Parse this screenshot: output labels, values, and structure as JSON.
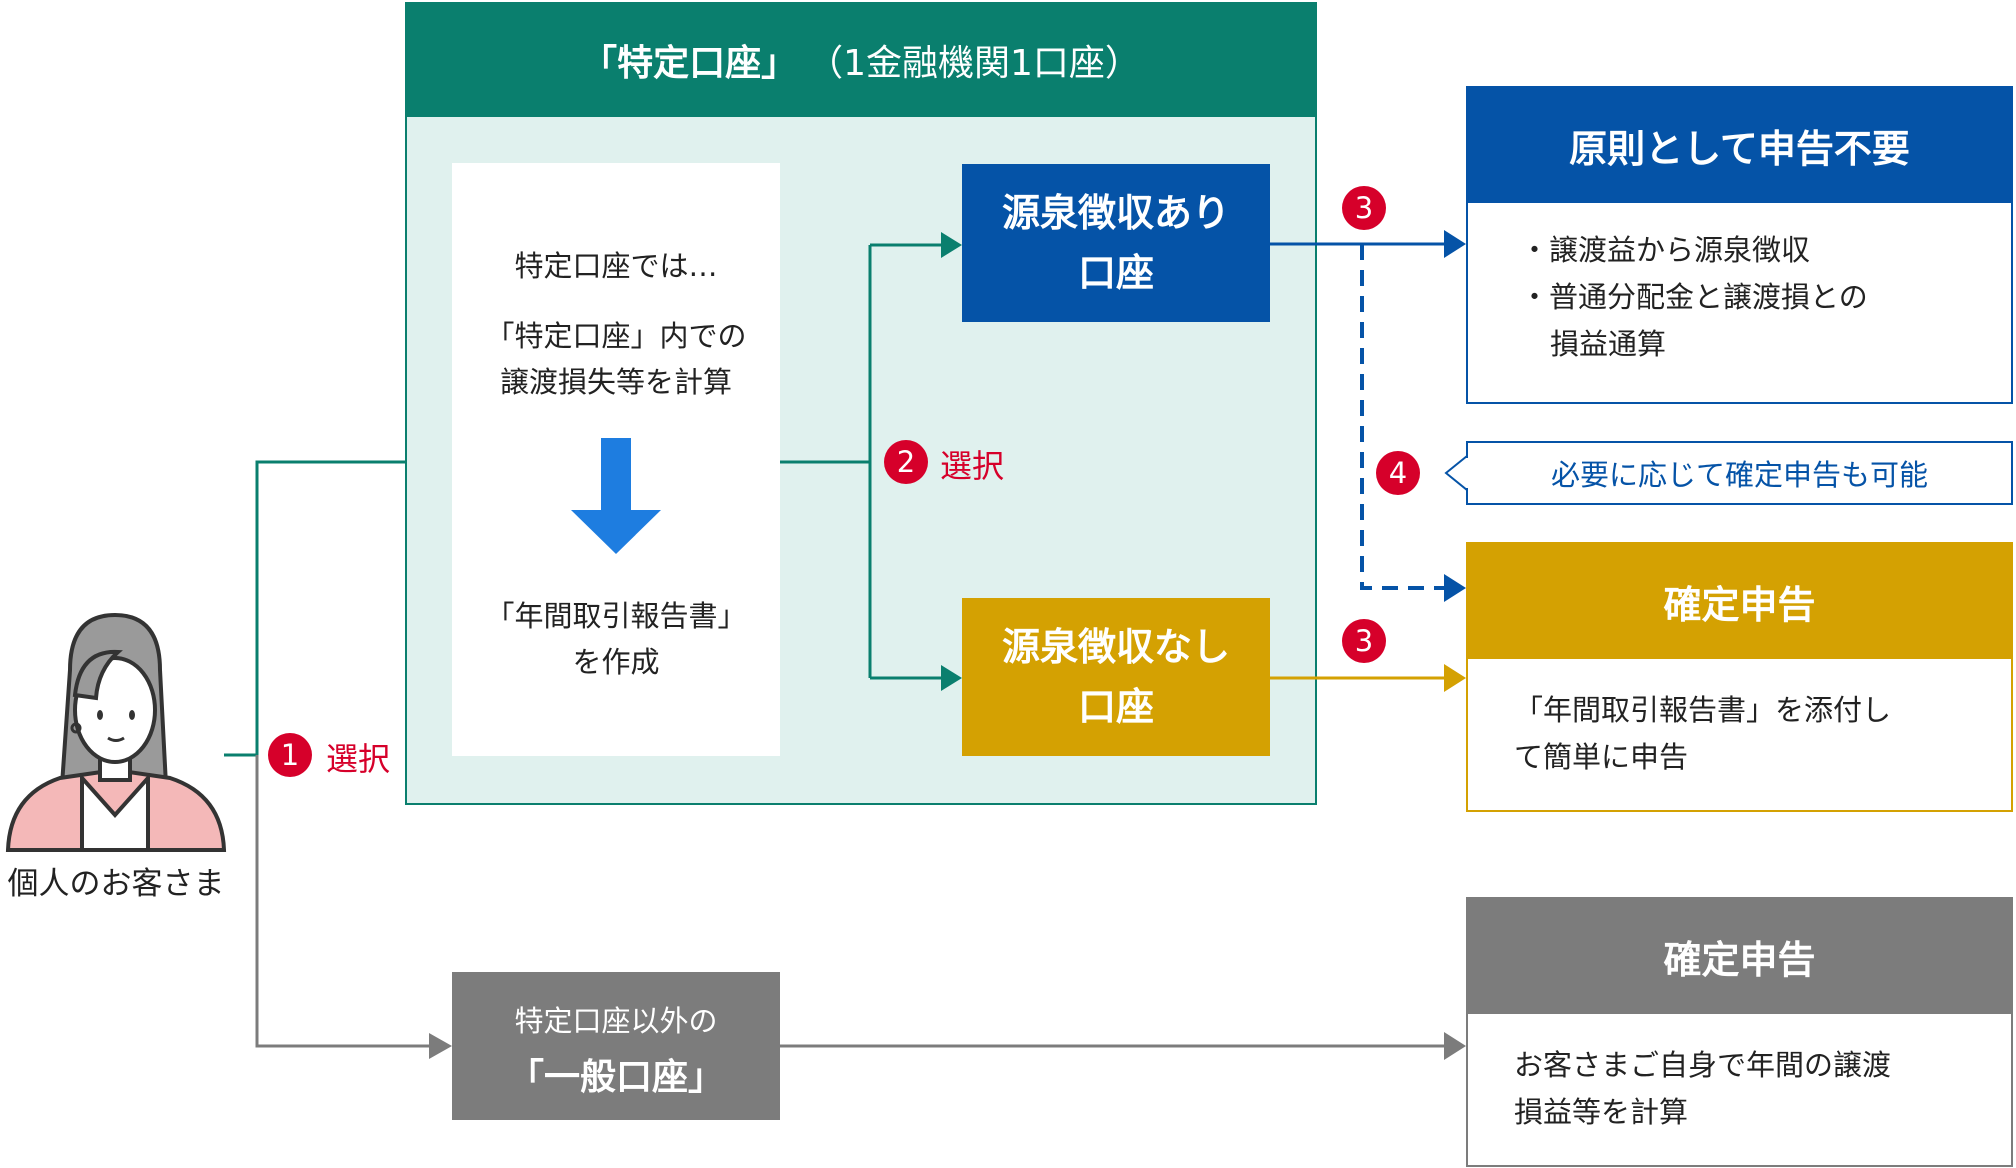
{
  "tokutei": {
    "header_main": "「特定口座」",
    "header_sub": "（1金融機関1口座）",
    "explain_title": "特定口座では…",
    "explain_line1": "「特定口座」内での",
    "explain_line2": "譲渡損失等を計算",
    "explain_line3": "「年間取引報告書」",
    "explain_line4": "を作成",
    "withholding_yes_line1": "源泉徴収あり",
    "withholding_yes_line2": "口座",
    "withholding_no_line1": "源泉徴収なし",
    "withholding_no_line2": "口座"
  },
  "steps": {
    "step1_num": "1",
    "step1_label": "選択",
    "step2_num": "2",
    "step2_label": "選択",
    "step3a_num": "3",
    "step3b_num": "3",
    "step4_num": "4"
  },
  "customer_label": "個人のお客さま",
  "general": {
    "line1": "特定口座以外の",
    "line2": "「一般口座」"
  },
  "results": {
    "no_filing": {
      "title": "原則として申告不要",
      "bullet1": "・譲渡益から源泉徴収",
      "bullet2": "・普通分配金と譲渡損との",
      "bullet2_cont": "損益通算"
    },
    "note": "必要に応じて確定申告も可能",
    "filing": {
      "title": "確定申告",
      "line1": "「年間取引報告書」を添付し",
      "line2": "て簡単に申告"
    },
    "general_filing": {
      "title": "確定申告",
      "line1": "お客さまご自身で年間の譲渡",
      "line2": "損益等を計算"
    }
  },
  "colors": {
    "green": "#0a7f6e",
    "blue": "#0553a7",
    "gold": "#d4a102",
    "gray": "#7c7c7c",
    "red": "#d6002a",
    "arrow_blue": "#1e7de0"
  }
}
